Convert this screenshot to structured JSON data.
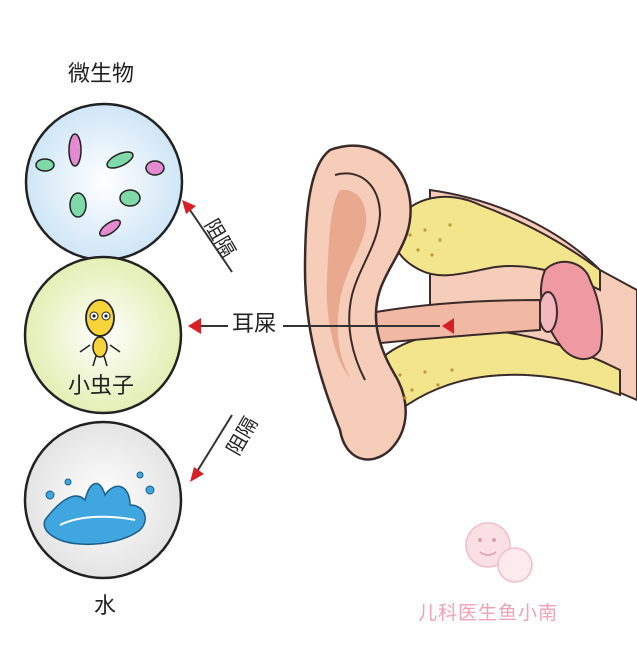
{
  "labels": {
    "microbes": "微生物",
    "bugs": "小虫子",
    "water": "水",
    "earwax": "耳屎",
    "block_top": "阻隔",
    "block_bottom": "阻隔"
  },
  "watermark": {
    "text": "儿科医生鱼小南"
  },
  "colors": {
    "arrow_red": "#d81f26",
    "skin": "#f6cdb8",
    "skin_dark": "#e8a98f",
    "bone": "#f3e58c",
    "tissue_pink": "#ef9aa3",
    "water_blue": "#3fa6e0",
    "microbe_green": "#7fd9a8",
    "microbe_pink": "#e48ad0"
  },
  "icons": [
    "microbe-icon",
    "bug-icon",
    "water-splash-icon",
    "ear-illustration",
    "red-arrow-icon",
    "cartoon-logo-icon"
  ]
}
